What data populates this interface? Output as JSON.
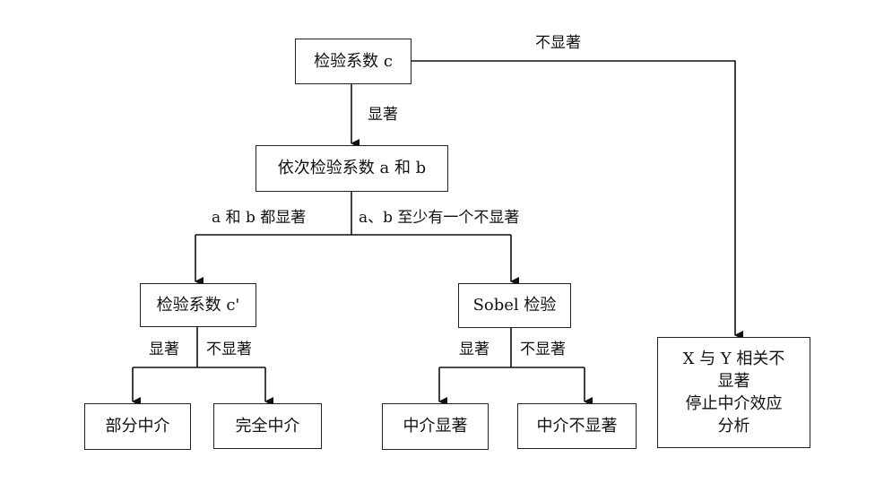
{
  "nodes": {
    "test_c": "检验系数 c",
    "test_ab": "依次检验系数 a 和 b",
    "test_c_prime": "检验系数 c'",
    "sobel": "Sobel 检验",
    "partial": "部分中介",
    "full": "完全中介",
    "sig": "中介显著",
    "not_sig": "中介不显著",
    "stop_lines": [
      "X 与 Y 相关不",
      "显著",
      "停止中介效应",
      "分析"
    ]
  },
  "edges": {
    "c_not_sig": "不显著",
    "c_sig": "显著",
    "ab_both_sig": "a 和 b 都显著",
    "ab_one_not_sig": "a、b 至少有一个不显著",
    "cp_sig": "显著",
    "cp_not_sig": "不显著",
    "sobel_sig": "显著",
    "sobel_not_sig": "不显著"
  }
}
